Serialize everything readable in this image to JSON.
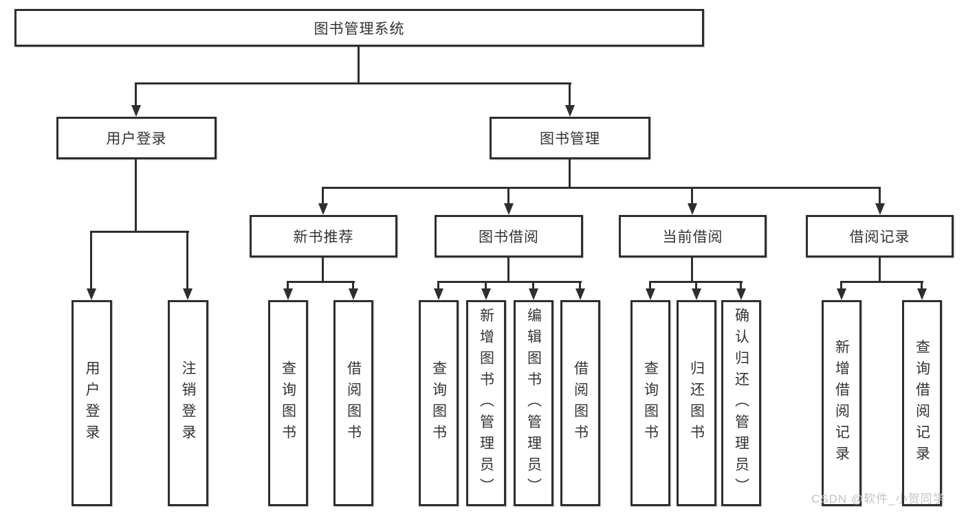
{
  "tree": {
    "root": {
      "label": "图书管理系统",
      "children": [
        {
          "label": "用户登录",
          "children": [
            {
              "label": "用户登录"
            },
            {
              "label": "注销登录"
            }
          ]
        },
        {
          "label": "图书管理",
          "children": [
            {
              "label": "新书推荐",
              "children": [
                {
                  "label": "查询图书"
                },
                {
                  "label": "借阅图书"
                }
              ]
            },
            {
              "label": "图书借阅",
              "children": [
                {
                  "label": "查询图书"
                },
                {
                  "label": "新增图书（管理员）"
                },
                {
                  "label": "编辑图书（管理员）"
                },
                {
                  "label": "借阅图书"
                }
              ]
            },
            {
              "label": "当前借阅",
              "children": [
                {
                  "label": "查询图书"
                },
                {
                  "label": "归还图书"
                },
                {
                  "label": "确认归还（管理员）"
                }
              ]
            },
            {
              "label": "借阅记录",
              "children": [
                {
                  "label": "新增借阅记录"
                },
                {
                  "label": "查询借阅记录"
                }
              ]
            }
          ]
        }
      ]
    }
  },
  "watermark": "CSDN @软件_小贺同学",
  "colors": {
    "line": "#2e2e2e",
    "text": "#333333",
    "watermark": "#c3c3c3",
    "background": "#ffffff"
  }
}
